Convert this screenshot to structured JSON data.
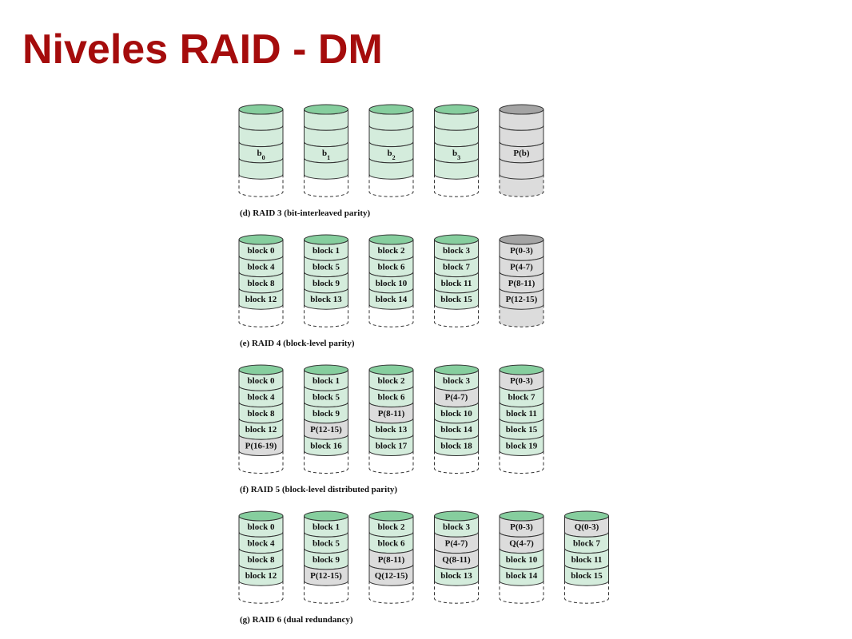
{
  "page_title": "Niveles RAID - DM",
  "colors": {
    "title": "#a50c0c",
    "data_disk_body": "#d4ecdc",
    "data_disk_top": "#86ce9e",
    "parity_disk_body": "#dcdcdc",
    "parity_disk_top": "#a4a4a4",
    "stroke": "#333333"
  },
  "sections": [
    {
      "caption": "(d) RAID 3 (bit-interleaved parity)",
      "disks": [
        {
          "parity": false,
          "cells": [
            {
              "text": ""
            },
            {
              "text": ""
            },
            {
              "text": "b",
              "sub": "0"
            },
            {
              "text": ""
            }
          ]
        },
        {
          "parity": false,
          "cells": [
            {
              "text": ""
            },
            {
              "text": ""
            },
            {
              "text": "b",
              "sub": "1"
            },
            {
              "text": ""
            }
          ]
        },
        {
          "parity": false,
          "cells": [
            {
              "text": ""
            },
            {
              "text": ""
            },
            {
              "text": "b",
              "sub": "2"
            },
            {
              "text": ""
            }
          ]
        },
        {
          "parity": false,
          "cells": [
            {
              "text": ""
            },
            {
              "text": ""
            },
            {
              "text": "b",
              "sub": "3"
            },
            {
              "text": ""
            }
          ]
        },
        {
          "parity": true,
          "cells": [
            {
              "text": ""
            },
            {
              "text": ""
            },
            {
              "text": "P(b)"
            },
            {
              "text": ""
            }
          ]
        }
      ]
    },
    {
      "caption": "(e) RAID 4 (block-level parity)",
      "disks": [
        {
          "parity": false,
          "cells": [
            {
              "text": "block 0"
            },
            {
              "text": "block 4"
            },
            {
              "text": "block 8"
            },
            {
              "text": "block 12"
            }
          ]
        },
        {
          "parity": false,
          "cells": [
            {
              "text": "block 1"
            },
            {
              "text": "block 5"
            },
            {
              "text": "block 9"
            },
            {
              "text": "block 13"
            }
          ]
        },
        {
          "parity": false,
          "cells": [
            {
              "text": "block 2"
            },
            {
              "text": "block 6"
            },
            {
              "text": "block 10"
            },
            {
              "text": "block 14"
            }
          ]
        },
        {
          "parity": false,
          "cells": [
            {
              "text": "block 3"
            },
            {
              "text": "block 7"
            },
            {
              "text": "block 11"
            },
            {
              "text": "block 15"
            }
          ]
        },
        {
          "parity": true,
          "cells": [
            {
              "text": "P(0-3)"
            },
            {
              "text": "P(4-7)"
            },
            {
              "text": "P(8-11)"
            },
            {
              "text": "P(12-15)"
            }
          ]
        }
      ]
    },
    {
      "caption": "(f) RAID 5 (block-level distributed parity)",
      "disks": [
        {
          "parity": false,
          "cells": [
            {
              "text": "block 0"
            },
            {
              "text": "block 4"
            },
            {
              "text": "block 8"
            },
            {
              "text": "block 12"
            },
            {
              "text": "P(16-19)",
              "p": true
            }
          ]
        },
        {
          "parity": false,
          "cells": [
            {
              "text": "block 1"
            },
            {
              "text": "block 5"
            },
            {
              "text": "block 9"
            },
            {
              "text": "P(12-15)",
              "p": true
            },
            {
              "text": "block 16"
            }
          ]
        },
        {
          "parity": false,
          "cells": [
            {
              "text": "block 2"
            },
            {
              "text": "block 6"
            },
            {
              "text": "P(8-11)",
              "p": true
            },
            {
              "text": "block 13"
            },
            {
              "text": "block 17"
            }
          ]
        },
        {
          "parity": false,
          "cells": [
            {
              "text": "block 3"
            },
            {
              "text": "P(4-7)",
              "p": true
            },
            {
              "text": "block 10"
            },
            {
              "text": "block 14"
            },
            {
              "text": "block 18"
            }
          ]
        },
        {
          "parity": false,
          "cells": [
            {
              "text": "P(0-3)",
              "p": true
            },
            {
              "text": "block 7"
            },
            {
              "text": "block 11"
            },
            {
              "text": "block 15"
            },
            {
              "text": "block 19"
            }
          ]
        }
      ]
    },
    {
      "caption": "(g) RAID 6 (dual redundancy)",
      "disks": [
        {
          "parity": false,
          "cells": [
            {
              "text": "block 0"
            },
            {
              "text": "block 4"
            },
            {
              "text": "block 8"
            },
            {
              "text": "block 12"
            }
          ]
        },
        {
          "parity": false,
          "cells": [
            {
              "text": "block 1"
            },
            {
              "text": "block 5"
            },
            {
              "text": "block 9"
            },
            {
              "text": "P(12-15)",
              "p": true
            }
          ]
        },
        {
          "parity": false,
          "cells": [
            {
              "text": "block 2"
            },
            {
              "text": "block 6"
            },
            {
              "text": "P(8-11)",
              "p": true
            },
            {
              "text": "Q(12-15)",
              "p": true
            }
          ]
        },
        {
          "parity": false,
          "cells": [
            {
              "text": "block 3"
            },
            {
              "text": "P(4-7)",
              "p": true
            },
            {
              "text": "Q(8-11)",
              "p": true
            },
            {
              "text": "block 13"
            }
          ]
        },
        {
          "parity": false,
          "cells": [
            {
              "text": "P(0-3)",
              "p": true
            },
            {
              "text": "Q(4-7)",
              "p": true
            },
            {
              "text": "block 10"
            },
            {
              "text": "block 14"
            }
          ]
        },
        {
          "parity": false,
          "cells": [
            {
              "text": "Q(0-3)",
              "p": true
            },
            {
              "text": "block 7"
            },
            {
              "text": "block 11"
            },
            {
              "text": "block 15"
            }
          ]
        }
      ]
    }
  ]
}
